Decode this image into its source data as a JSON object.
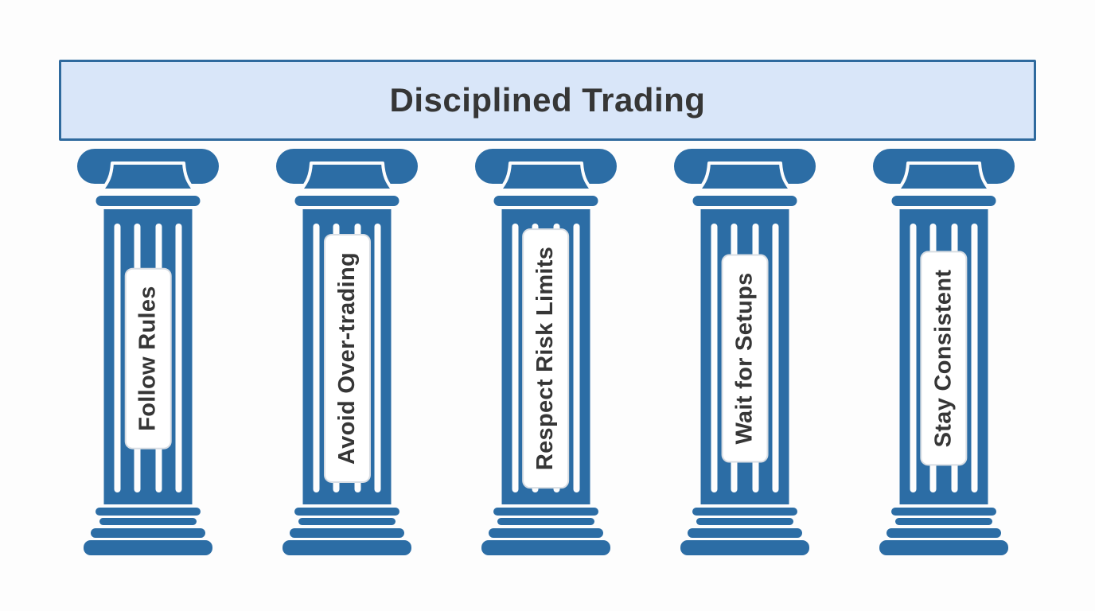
{
  "title": {
    "text": "Disciplined Trading"
  },
  "pillars": [
    {
      "label": "Follow Rules"
    },
    {
      "label": "Avoid Over-trading"
    },
    {
      "label": "Respect Risk Limits"
    },
    {
      "label": "Wait for Setups"
    },
    {
      "label": "Stay Consistent"
    }
  ],
  "colors": {
    "pillar_blue": "#2c6da5",
    "banner_bg": "#d9e6f9",
    "banner_border": "#2f6a9e",
    "text_dark": "#363636",
    "background": "#fdfdfd",
    "label_bg": "#ffffff"
  }
}
